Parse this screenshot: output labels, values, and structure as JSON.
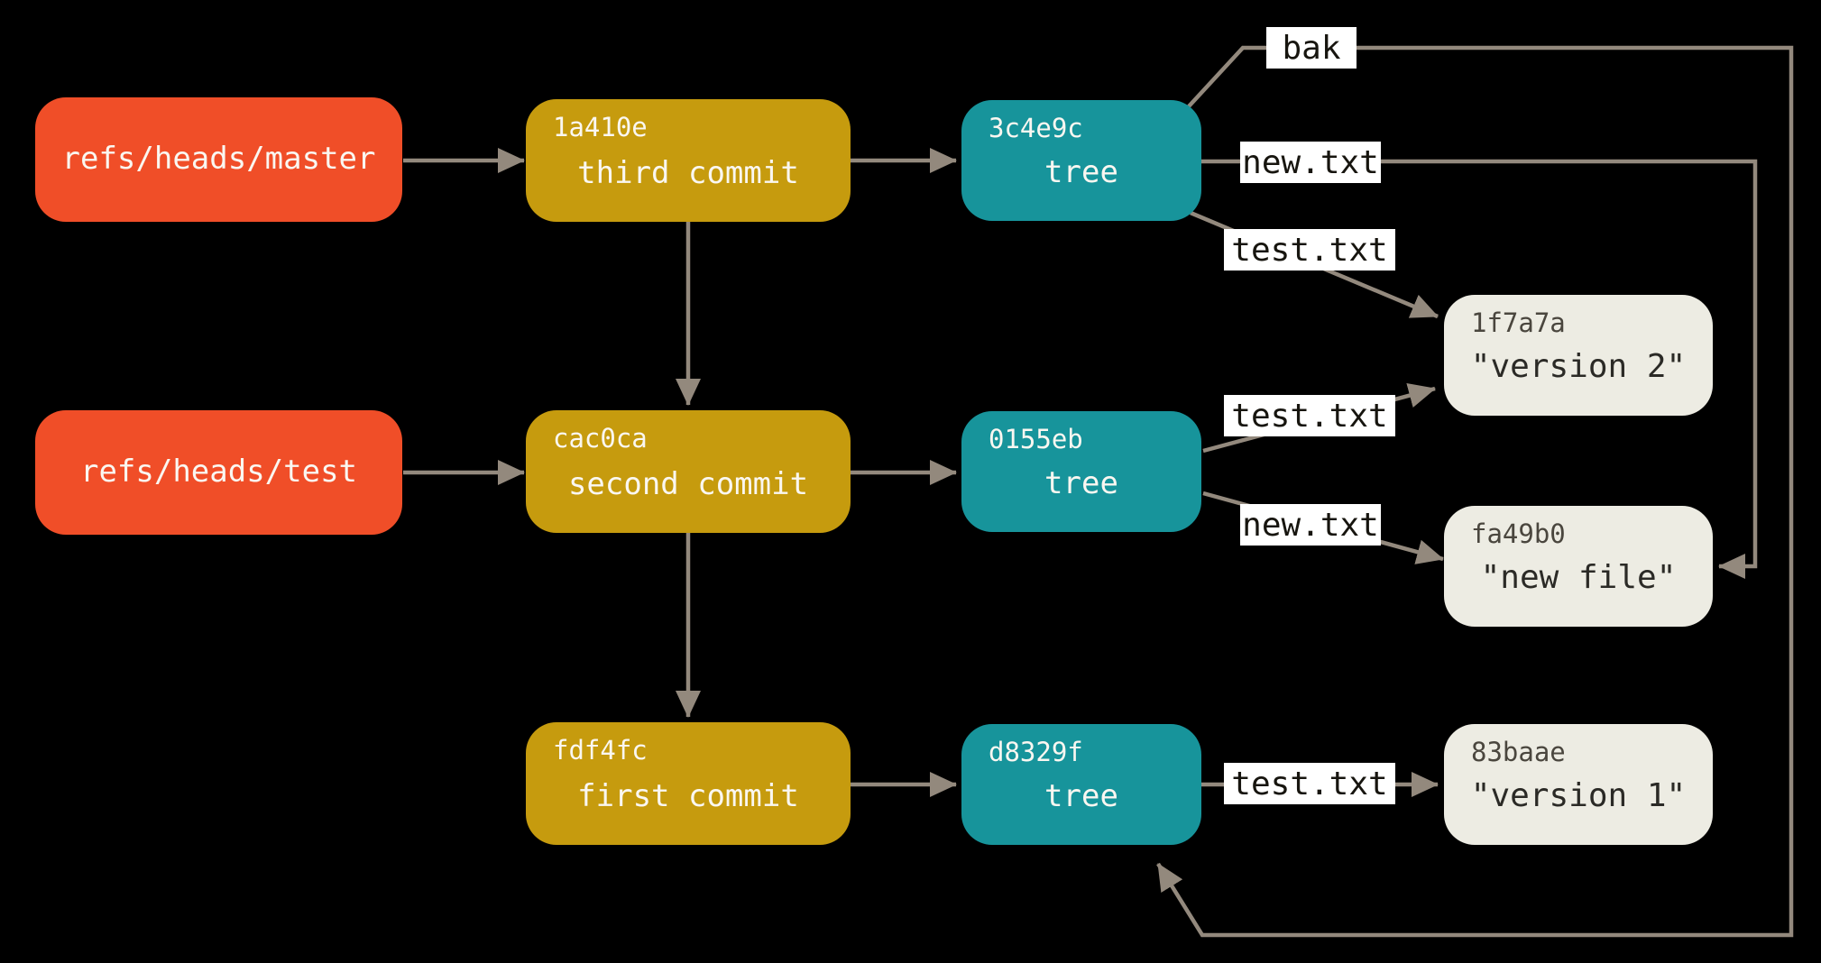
{
  "diagram": {
    "background": "#000000",
    "line_color": "#93897D"
  },
  "colors": {
    "ref_box": "#F04E28",
    "commit_box": "#C69B0E",
    "tree_box": "#17949B",
    "blob_box": "#EDECE3",
    "label_bg": "#FFFFFF",
    "box_text": "#FAF7F1",
    "blob_hash_text": "#4A463E",
    "blob_text": "#2B2A26",
    "edge_label_text": "#17150F"
  },
  "refs": [
    {
      "label": "refs/heads/master"
    },
    {
      "label": "refs/heads/test"
    }
  ],
  "commits": [
    {
      "hash": "1a410e",
      "label": "third commit"
    },
    {
      "hash": "cac0ca",
      "label": "second commit"
    },
    {
      "hash": "fdf4fc",
      "label": "first commit"
    }
  ],
  "trees": [
    {
      "hash": "3c4e9c",
      "label": "tree"
    },
    {
      "hash": "0155eb",
      "label": "tree"
    },
    {
      "hash": "d8329f",
      "label": "tree"
    }
  ],
  "blobs": [
    {
      "hash": "1f7a7a",
      "label": "\"version 2\""
    },
    {
      "hash": "fa49b0",
      "label": "\"new file\""
    },
    {
      "hash": "83baae",
      "label": "\"version 1\""
    }
  ],
  "edge_labels": {
    "bak": "bak",
    "new_txt_top": "new.txt",
    "test_txt_top": "test.txt",
    "test_txt_mid": "test.txt",
    "new_txt_mid": "new.txt",
    "test_txt_bottom": "test.txt"
  }
}
